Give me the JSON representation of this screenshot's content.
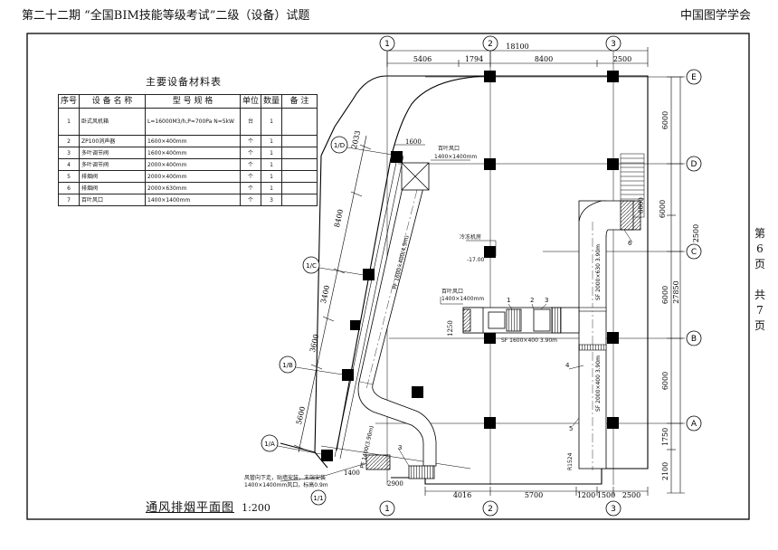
{
  "header": {
    "left": "第二十二期 “全国BIM技能等级考试”二级（设备）试题",
    "right": "中国图学学会"
  },
  "page_indicator": [
    "第",
    "6",
    "页",
    "共",
    "7",
    "页"
  ],
  "table": {
    "title": "主要设备材料表",
    "headers": [
      "序号",
      "设 备 名 称",
      "型 号 规 格",
      "单位",
      "数量",
      "备 注"
    ],
    "rows": [
      [
        "1",
        "卧式风机箱",
        "L=16000M3/h,P=700Pa N=5kW",
        "台",
        "1",
        ""
      ],
      [
        "2",
        "ZP100消声器",
        "1600×400mm",
        "个",
        "1",
        ""
      ],
      [
        "3",
        "多叶调节阀",
        "1600×400mm",
        "个",
        "1",
        ""
      ],
      [
        "4",
        "多叶调节阀",
        "2000×400mm",
        "个",
        "1",
        ""
      ],
      [
        "5",
        "排烟阀",
        "2000×400mm",
        "个",
        "1",
        ""
      ],
      [
        "6",
        "排烟阀",
        "2000×630mm",
        "个",
        "1",
        ""
      ],
      [
        "7",
        "百叶风口",
        "1400×1400mm",
        "个",
        "3",
        ""
      ]
    ]
  },
  "plan_title": "通风排烟平面图",
  "plan_scale": "1:200",
  "axes": {
    "columns": [
      "1",
      "2",
      "3"
    ],
    "rows": [
      "A",
      "B",
      "C",
      "D",
      "E"
    ],
    "oblique": [
      "1/A",
      "1/B",
      "1/C",
      "1/D"
    ],
    "bottom_oblique": "1/1"
  },
  "dims": {
    "top_total": "18100",
    "top_1": "5406",
    "top_2": "1794",
    "top_3": "8400",
    "top_4": "2500",
    "right_total": "27850",
    "right_ed": "6000",
    "right_dc": "6000",
    "right_c": "2500",
    "right_cb": "6000",
    "right_ba": "6000",
    "right_a": "1750",
    "right_bot": "2100",
    "bot_1": "4016",
    "bot_2": "5700",
    "bot_3": "1200",
    "bot_4": "1500",
    "bot_5": "2500",
    "ob_1": "2033",
    "ob_2": "8400",
    "ob_3": "3400",
    "ob_4": "3600",
    "ob_5": "5600",
    "ob_top": "1600",
    "bl_1": "2900",
    "bl_2": "1400",
    "left_v": "1250",
    "right_v": "6000"
  },
  "annotations": {
    "louver_top_label": "百叶风口",
    "louver_top_size": "1400×1400mm",
    "room_label": "冷冻机房",
    "elevation": "-17.00",
    "louver_left_label": "百叶风口",
    "louver_left_size": "1400×1400mm",
    "duct_horiz": "SF 1600×400 3.90m",
    "duct_vert_upper": "SF 2000×630 3.90m",
    "duct_vert_lower": "SF 2000×400 3.90m",
    "duct_oblique": "PF 1600×400(4.9m)",
    "duct_oblique_lower": "PF 1400(3.90m)",
    "note_line1": "风管向下走，贴墙安装，末端安装",
    "note_line2": "1400×1400mm风口，标高0.9m",
    "radius": "R1524",
    "num_1": "1",
    "num_2": "2",
    "num_3": "3",
    "num_3b": "3",
    "num_4": "4",
    "num_5": "5",
    "num_6": "6"
  }
}
